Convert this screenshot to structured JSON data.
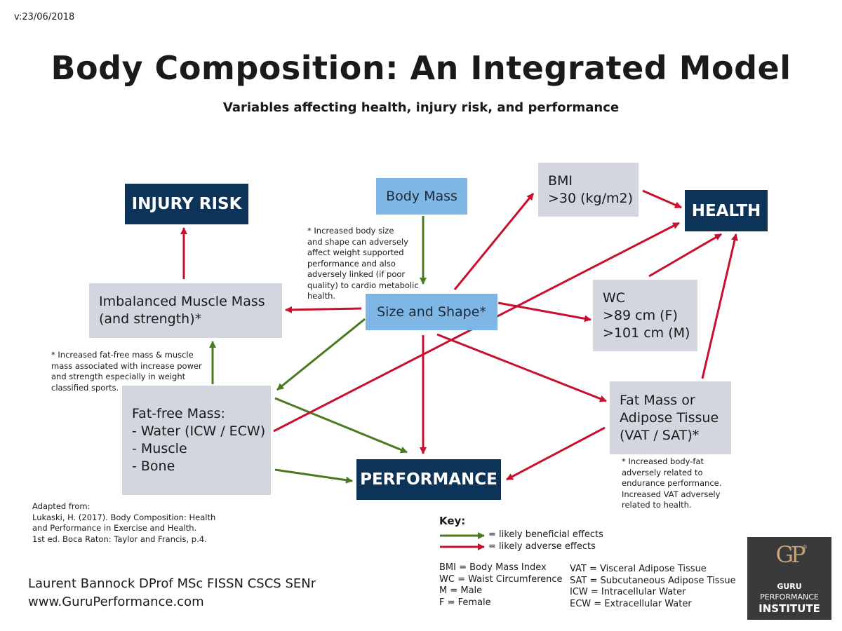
{
  "version": "v:23/06/2018",
  "title": "Body Composition: An Integrated Model",
  "subtitle": "Variables affecting health, injury risk, and performance",
  "nodes": {
    "injury_risk": "INJURY RISK",
    "health": "HEALTH",
    "performance": "PERFORMANCE",
    "body_mass": "Body Mass",
    "size_shape": "Size and Shape*",
    "bmi": [
      "BMI",
      ">30 (kg/m2)"
    ],
    "wc": [
      "WC",
      ">89 cm (F)",
      ">101 cm (M)"
    ],
    "imbalanced": [
      "Imbalanced Muscle Mass",
      "(and strength)*"
    ],
    "fat_free": [
      "Fat-free Mass:",
      "- Water (ICW / ECW)",
      "- Muscle",
      "- Bone"
    ],
    "fat_mass": [
      "Fat Mass or",
      "Adipose Tissue",
      "(VAT / SAT)*"
    ]
  },
  "notes": {
    "size_shape": [
      "* Increased body size",
      "and shape can adversely",
      "affect weight supported",
      "performance and also",
      "adversely linked (if poor",
      "quality) to cardio metabolic",
      "health."
    ],
    "fat_free": [
      "* Increased fat-free mass & muscle",
      "mass associated with increase power",
      "and strength especially in weight",
      "classified sports."
    ],
    "fat_mass": [
      "* Increased body-fat",
      "adversely related to",
      "endurance performance.",
      "Increased VAT adversely",
      "related to health."
    ],
    "adapted": [
      "Adapted from:",
      "Lukaski, H. (2017). Body Composition: Health",
      "and Performance in Exercise and Health.",
      "1st ed. Boca Raton: Taylor and Francis, p.4."
    ]
  },
  "key": {
    "title": "Key:",
    "beneficial": "= likely beneficial effects",
    "adverse": "= likely adverse effects",
    "colors": {
      "beneficial": "#4a7a1e",
      "adverse": "#c8102e"
    }
  },
  "abbreviations": {
    "left": [
      "BMI = Body Mass Index",
      "WC = Waist Circumference",
      "M = Male",
      "F = Female"
    ],
    "right": [
      "VAT = Visceral Adipose Tissue",
      "SAT = Subcutaneous Adipose Tissue",
      "ICW = Intracellular Water",
      "ECW = Extracellular Water"
    ]
  },
  "author": [
    "Laurent Bannock DProf MSc FISSN CSCS SENr",
    "www.GuruPerformance.com"
  ],
  "logo": {
    "monogram": "GP",
    "registered": "®",
    "line1": "GURU",
    "line2": "PERFORMANCE",
    "line3": "INSTITUTE"
  }
}
